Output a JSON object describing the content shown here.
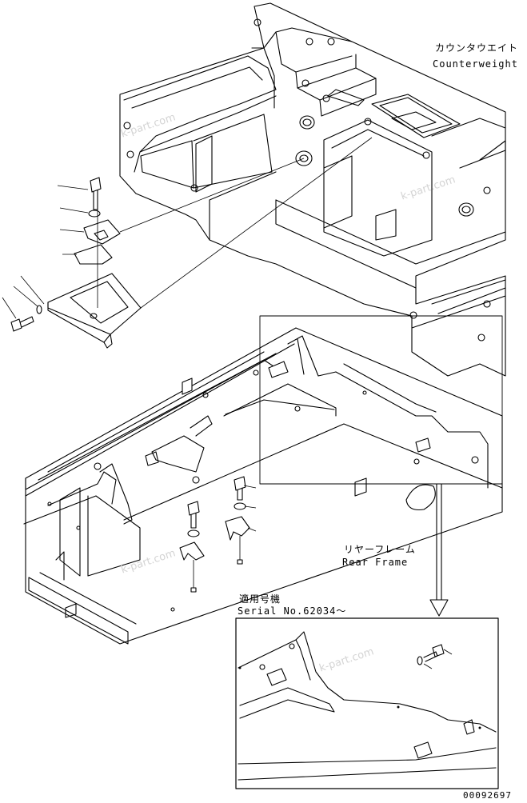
{
  "labels": {
    "counterweight_jp": "カウンタウエイト",
    "counterweight_en": "Counterweight",
    "rear_frame_jp": "リヤーフレーム",
    "rear_frame_en": "Rear Frame",
    "serial_jp": "適用号機",
    "serial_en": "Serial No.62034～",
    "drawing_number": "00092697"
  },
  "watermark": "k-part.com",
  "colors": {
    "line": "#000000",
    "background": "#ffffff",
    "watermark": "#d4d4d4"
  }
}
